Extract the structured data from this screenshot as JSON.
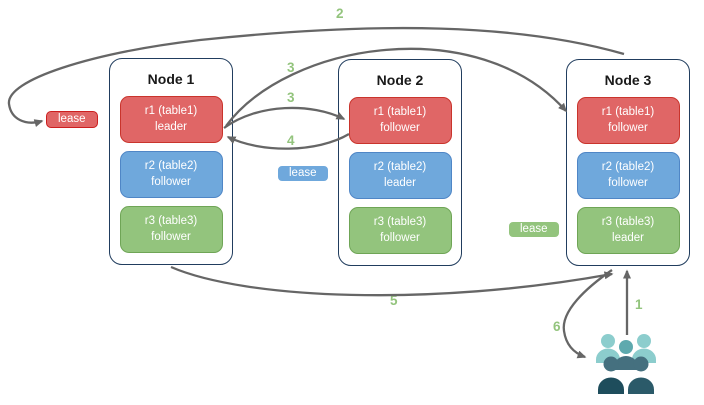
{
  "colors": {
    "red_fill": "#e06666",
    "red_border": "#c9342c",
    "blue_fill": "#6fa8dc",
    "blue_border": "#4f86c6",
    "green_fill": "#93c47d",
    "green_border": "#6fa556",
    "node_border": "#213d5e",
    "arrow": "#666666",
    "label_green": "#93c47d",
    "lease_red_border": "#cc1f1f",
    "people_light": "#8ccdcd",
    "people_mid": "#5ea9ae",
    "people_slate": "#45707f",
    "people_dark": "#1e4d5c",
    "people_dark2": "#2b5a69"
  },
  "nodes": [
    {
      "title": "Node 1",
      "replicas": [
        {
          "name": "r1 (table1)",
          "role": "leader",
          "color": "red"
        },
        {
          "name": "r2 (table2)",
          "role": "follower",
          "color": "blue"
        },
        {
          "name": "r3 (table3)",
          "role": "follower",
          "color": "green"
        }
      ]
    },
    {
      "title": "Node 2",
      "replicas": [
        {
          "name": "r1 (table1)",
          "role": "follower",
          "color": "red"
        },
        {
          "name": "r2 (table2)",
          "role": "leader",
          "color": "blue"
        },
        {
          "name": "r3 (table3)",
          "role": "follower",
          "color": "green"
        }
      ]
    },
    {
      "title": "Node 3",
      "replicas": [
        {
          "name": "r1 (table1)",
          "role": "follower",
          "color": "red"
        },
        {
          "name": "r2 (table2)",
          "role": "follower",
          "color": "blue"
        },
        {
          "name": "r3 (table3)",
          "role": "leader",
          "color": "green"
        }
      ]
    }
  ],
  "leases": [
    {
      "label": "lease",
      "color": "red"
    },
    {
      "label": "lease",
      "color": "blue"
    },
    {
      "label": "lease",
      "color": "green"
    }
  ],
  "arrow_labels": [
    "1",
    "2",
    "3",
    "3",
    "4",
    "5",
    "6"
  ],
  "icons": {
    "users_group": "group of five people in teal shades"
  }
}
